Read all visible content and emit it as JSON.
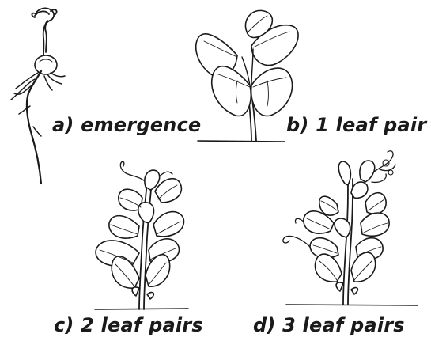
{
  "figure": {
    "stages": [
      {
        "id": "a",
        "label": "a) emergence"
      },
      {
        "id": "b",
        "label": "b) 1 leaf pair"
      },
      {
        "id": "c",
        "label": "c) 2 leaf pairs"
      },
      {
        "id": "d",
        "label": "d) 3 leaf pairs"
      }
    ]
  }
}
